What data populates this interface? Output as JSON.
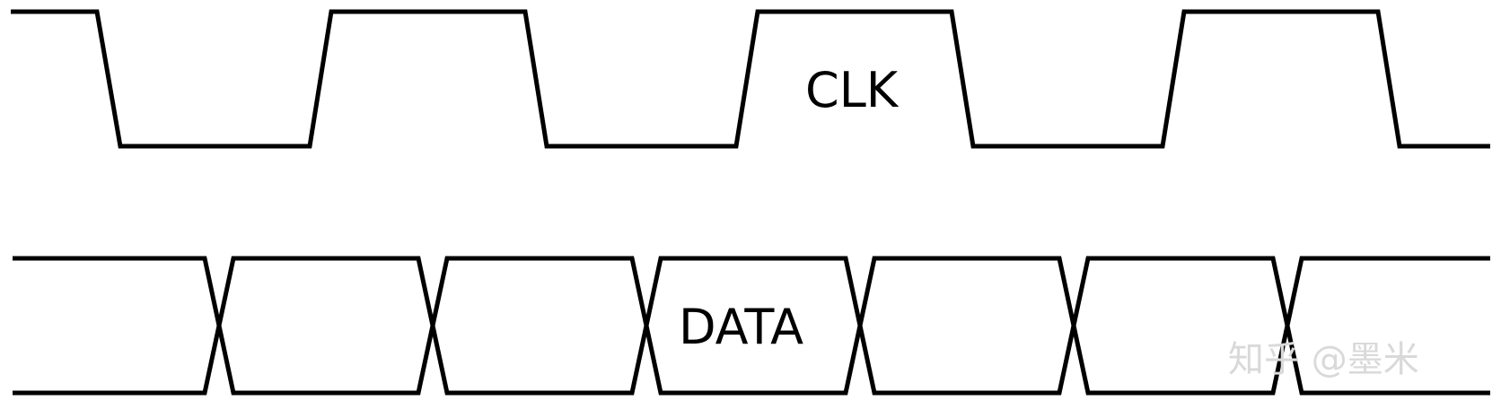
{
  "diagram": {
    "clk": {
      "label": "CLK",
      "color": "#000000",
      "high_periods": 4
    },
    "data": {
      "label": "DATA",
      "color": "#000000",
      "cells": 7
    }
  },
  "watermark": {
    "text": "知乎 @墨米",
    "color": "#d9d9d9"
  }
}
